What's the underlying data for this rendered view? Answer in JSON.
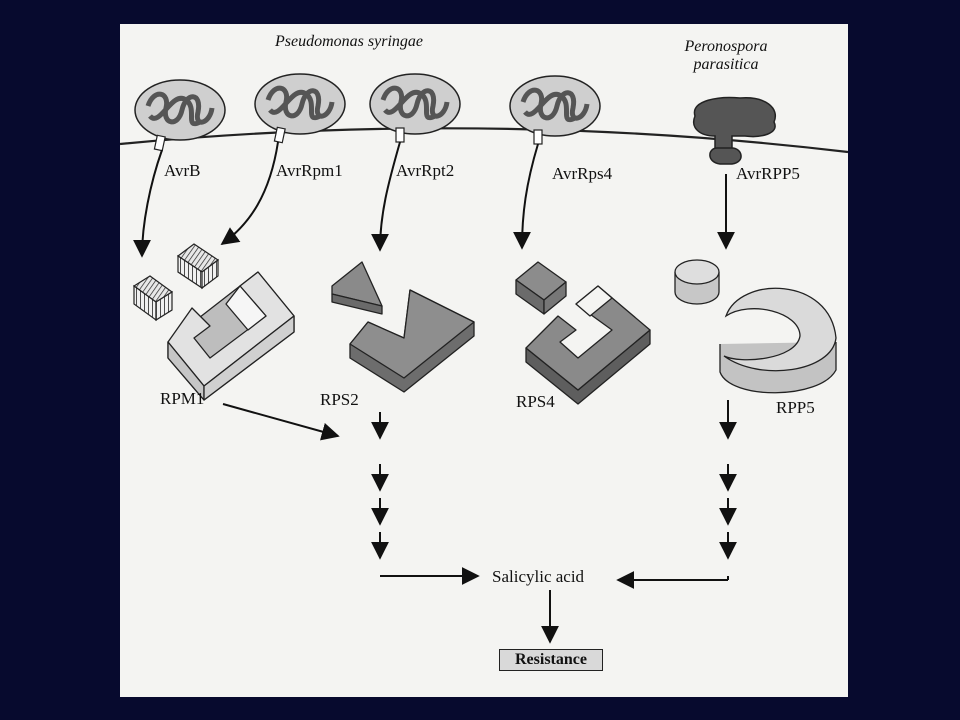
{
  "organisms": {
    "bacterium": "Pseudomonas syringae",
    "oomycete_line1": "Peronospora",
    "oomycete_line2": "parasitica"
  },
  "effectors": [
    "AvrB",
    "AvrRpm1",
    "AvrRpt2",
    "AvrRps4",
    "AvrRPP5"
  ],
  "receptors": [
    "RPM1",
    "RPS2",
    "RPS4",
    "RPP5"
  ],
  "signal": "Salicylic acid",
  "outcome": "Resistance",
  "colors": {
    "background": "#070a2e",
    "panel": "#f4f4f2",
    "receptor_light": "#dcdcdc",
    "receptor_dark": "#7d7d7d",
    "line": "#111111"
  }
}
